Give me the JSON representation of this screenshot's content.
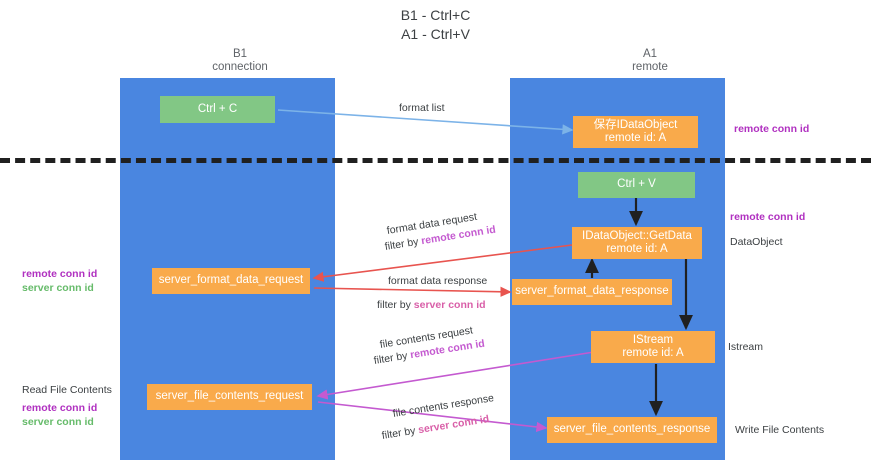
{
  "title": {
    "line1": "B1 - Ctrl+C",
    "line2": "A1 - Ctrl+V"
  },
  "columns": [
    {
      "id": "b1",
      "name": "B1",
      "role": "connection"
    },
    {
      "id": "a1",
      "name": "A1",
      "role": "remote"
    }
  ],
  "nodes": {
    "ctrl_c": {
      "label": "Ctrl + C"
    },
    "save_idataobject": {
      "line1": "保存IDataObject",
      "line2": "remote id: A"
    },
    "ctrl_v": {
      "label": "Ctrl + V"
    },
    "idataobject_getdata": {
      "line1": "IDataObject::GetData",
      "line2": "remote id: A"
    },
    "server_format_data_request": {
      "label": "server_format_data_request"
    },
    "server_format_data_response": {
      "label": "server_format_data_response"
    },
    "istream": {
      "line1": "IStream",
      "line2": "remote id: A"
    },
    "server_file_contents_request": {
      "label": "server_file_contents_request"
    },
    "server_file_contents_response": {
      "label": "server_file_contents_response"
    }
  },
  "connector_labels": {
    "format_list": {
      "text": "format list"
    },
    "format_data_request": {
      "text": "format data request"
    },
    "format_data_request_filter": {
      "prefix": "filter by ",
      "highlight": "remote conn id"
    },
    "format_data_response": {
      "text": "format data response"
    },
    "format_data_response_filter": {
      "prefix": "filter by ",
      "highlight": "server conn id"
    },
    "file_contents_request": {
      "text": "file contents request"
    },
    "file_contents_request_filter": {
      "prefix": "filter by ",
      "highlight": "remote conn id"
    },
    "file_contents_response": {
      "text": "file contents response"
    },
    "file_contents_response_filter": {
      "prefix": "filter by ",
      "highlight": "server conn id"
    }
  },
  "side_notes": {
    "right_top": {
      "text": "remote conn id"
    },
    "right_mid": {
      "text": "remote conn id"
    },
    "right_dataobject": {
      "text": "DataObject"
    },
    "right_istream": {
      "text": "Istream"
    },
    "right_write": {
      "text": "Write File Contents"
    },
    "left_conn": {
      "remote": "remote conn id",
      "server": "server conn id"
    },
    "left_read": {
      "text": "Read File Contents"
    },
    "left_conn2": {
      "remote": "remote conn id",
      "server": "server conn id"
    }
  },
  "colors": {
    "lane": "#4a86e0",
    "node_orange": "#f9aa4b",
    "node_green": "#82c785",
    "remote_conn": "#b030c0",
    "server_conn": "#66bb6a",
    "arrow_blue": "#7cb3e8",
    "arrow_red": "#e8544f",
    "arrow_magenta": "#c45ad0",
    "arrow_black": "#202020"
  }
}
